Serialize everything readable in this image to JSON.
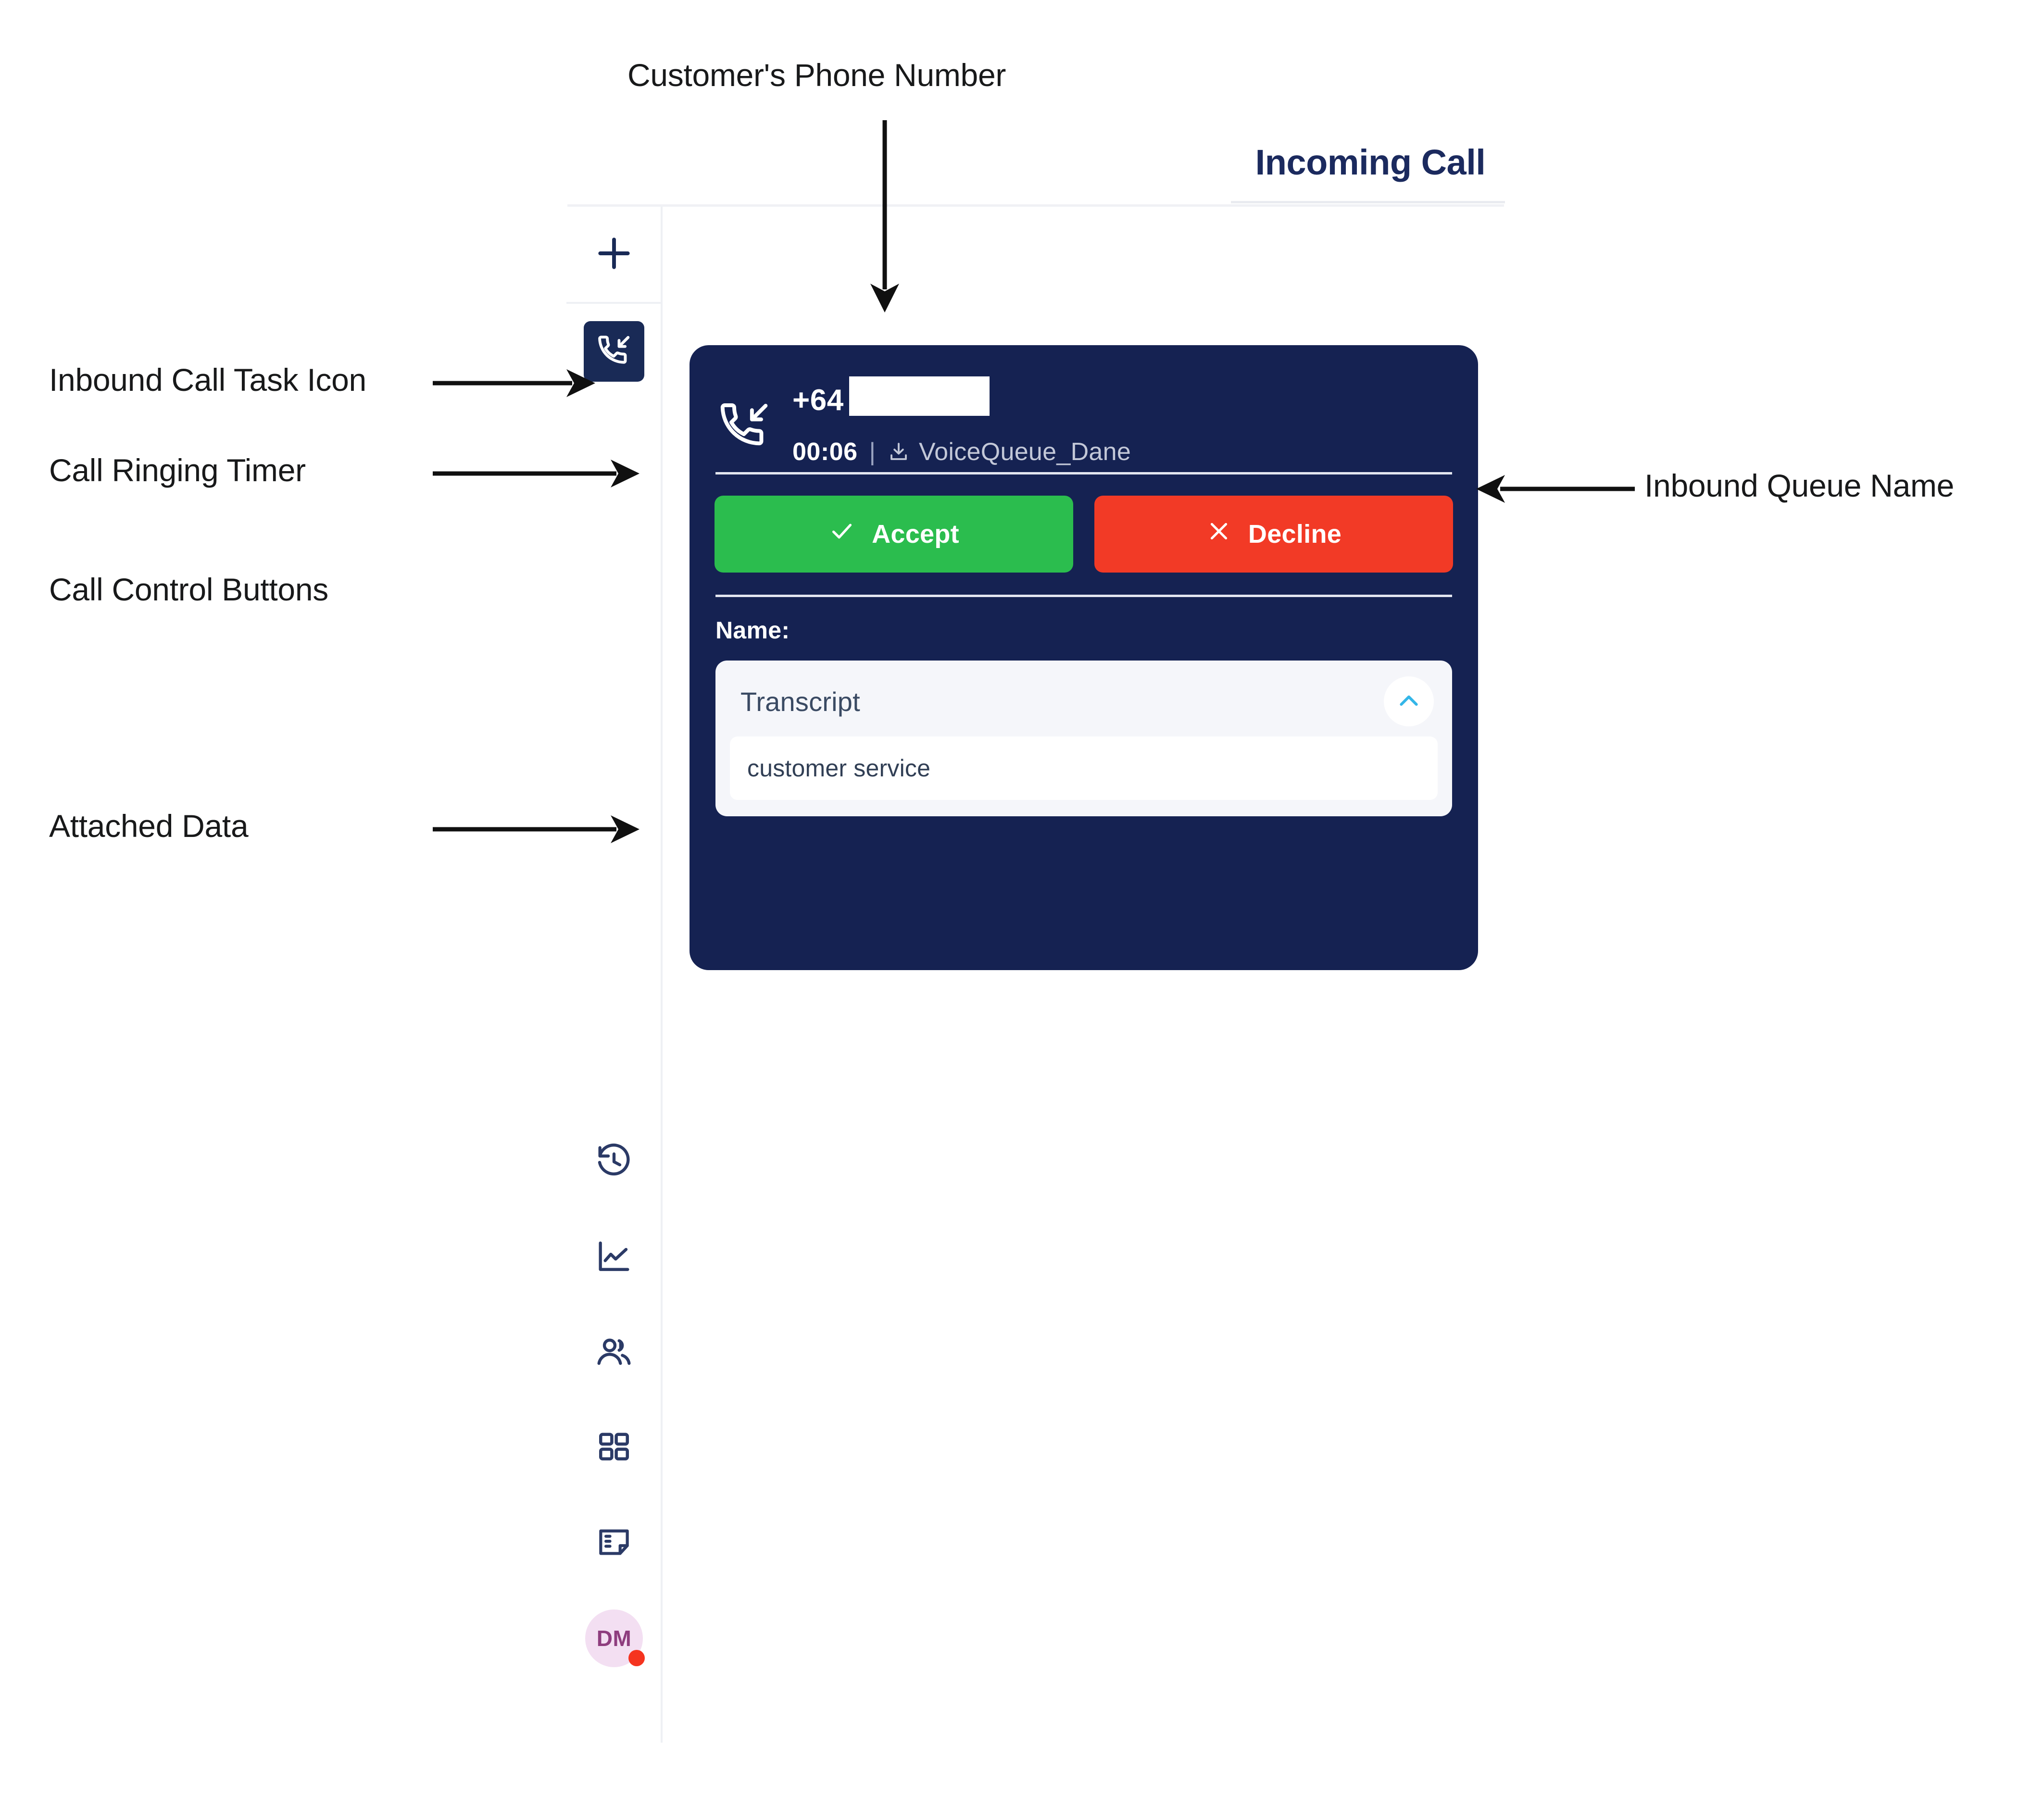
{
  "header": {
    "title": "Incoming Call"
  },
  "annotations": [
    {
      "id": "customers-phone-number",
      "label": "Customer's Phone Number",
      "arrow": "down"
    },
    {
      "id": "inbound-call-task-icon",
      "label": "Inbound Call Task Icon",
      "arrow": "right"
    },
    {
      "id": "call-ringing-timer",
      "label": "Call Ringing Timer",
      "arrow": "right"
    },
    {
      "id": "call-control-buttons",
      "label": "Call Control Buttons",
      "arrow": "none"
    },
    {
      "id": "attached-data",
      "label": "Attached Data",
      "arrow": "right"
    },
    {
      "id": "inbound-queue-name",
      "label": "Inbound Queue Name",
      "arrow": "left"
    }
  ],
  "sidebar": {
    "new_task_icon": "plus-icon",
    "active_task": {
      "icon": "inbound-call-icon",
      "state": "ringing"
    },
    "nav_items": [
      {
        "id": "history",
        "icon": "history-clock-icon"
      },
      {
        "id": "analytics",
        "icon": "line-chart-icon"
      },
      {
        "id": "contacts",
        "icon": "people-icon"
      },
      {
        "id": "apps",
        "icon": "grid-apps-icon"
      },
      {
        "id": "notes",
        "icon": "note-icon"
      }
    ],
    "user": {
      "initials": "DM",
      "status": "busy",
      "status_color": "#f5341f",
      "avatar_bg": "#f3dff2",
      "avatar_fg": "#8e3d7e"
    }
  },
  "call_card": {
    "direction_icon": "inbound-call-icon",
    "caller_number": "+64",
    "caller_number_redacted": true,
    "timer": "00:06",
    "separator": "|",
    "queue_icon": "inbound-queue-icon",
    "queue_name": "VoiceQueue_Dane",
    "accept_label": "Accept",
    "accept_icon": "check-icon",
    "accept_color": "#2bbd4e",
    "decline_label": "Decline",
    "decline_icon": "x-icon",
    "decline_color": "#f23a26",
    "attached_data_label": "Name:",
    "card_bg": "#152252"
  },
  "transcript": {
    "title": "Transcript",
    "collapse_icon": "chevron-up-icon",
    "collapse_icon_color": "#34b6e8",
    "text": "customer service"
  }
}
